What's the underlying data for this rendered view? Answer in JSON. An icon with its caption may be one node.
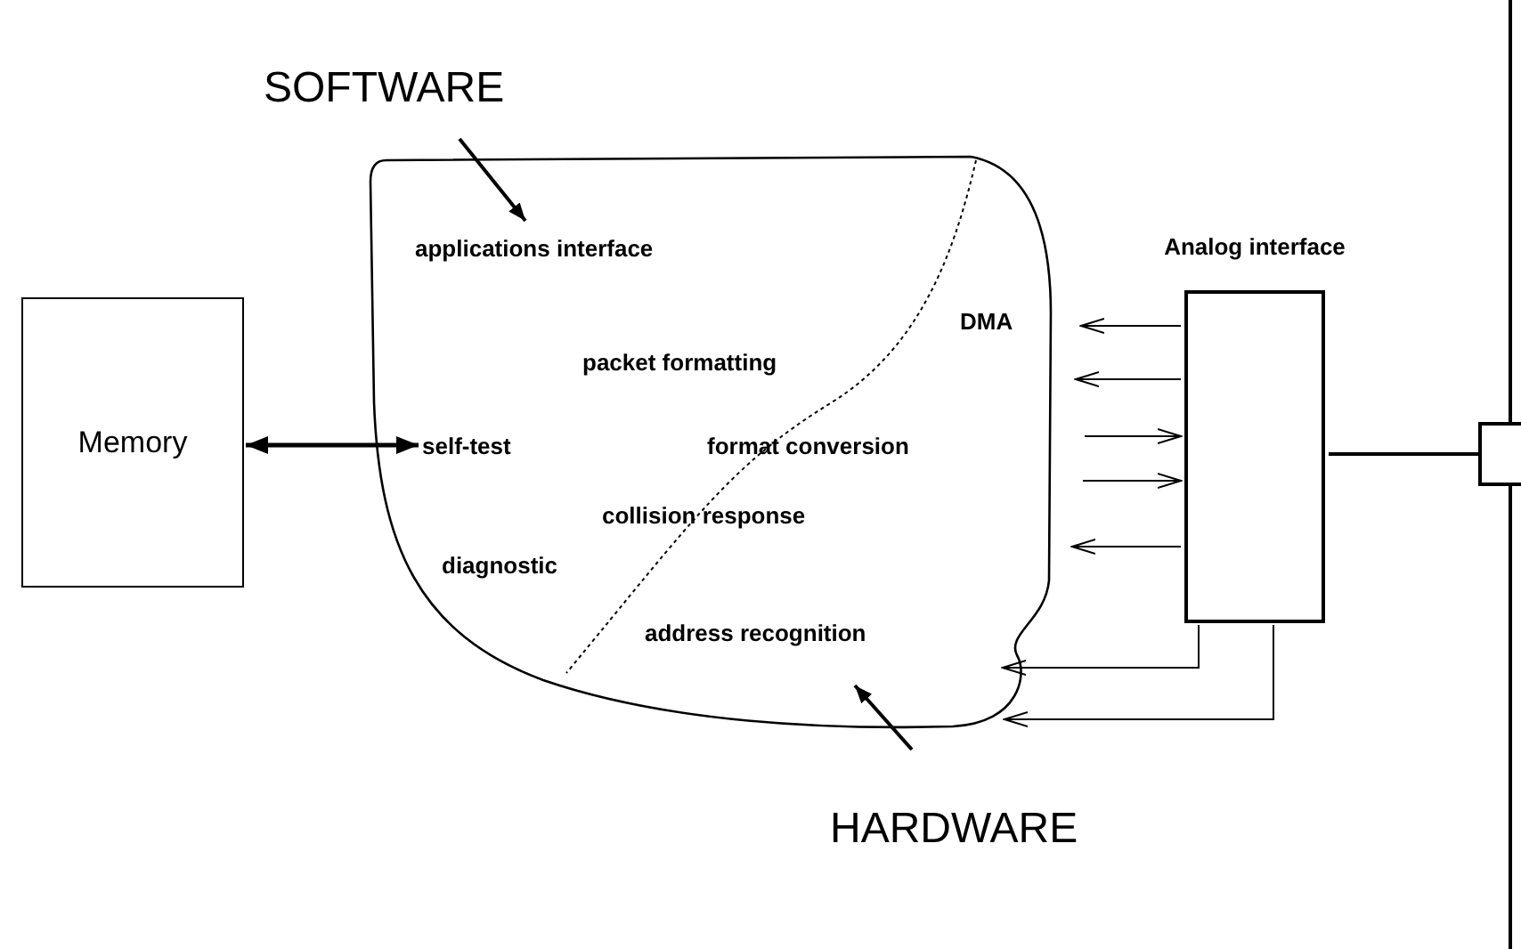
{
  "diagram": {
    "nodes": [
      {
        "text": [
          "SOFTWARE"
        ]
      },
      {
        "text": [],
        "shape": "blob"
      },
      {
        "text": [
          "applications interface"
        ],
        "in": 1
      },
      {
        "text": [
          "Analog interface"
        ]
      },
      {
        "text": [
          "DMA"
        ],
        "in": 1
      },
      {
        "text": [
          "packet formatting"
        ],
        "in": 1
      },
      {
        "text": [
          "Memory"
        ]
      },
      {
        "text": [
          "self-test"
        ],
        "in": 1
      },
      {
        "text": [
          "format conversion"
        ],
        "in": 1
      },
      {
        "text": [
          "collision response"
        ],
        "in": 1
      },
      {
        "text": [
          "diagnostic"
        ],
        "in": 1
      },
      {
        "text": [
          "address recognition"
        ],
        "in": 1
      },
      {
        "text": [
          "HARDWARE"
        ]
      },
      {
        "text": [],
        "shape": "box"
      }
    ],
    "edges": [
      {
        "from": 6,
        "to": 7,
        "arrow": "both",
        "style": "thick"
      },
      {
        "from": 0,
        "to": 1,
        "arrow": "to"
      },
      {
        "from": 12,
        "to": 1,
        "arrow": "to"
      },
      {
        "from": 3,
        "to": 1,
        "arrow": "to"
      },
      {
        "from": 3,
        "to": 1,
        "arrow": "to"
      },
      {
        "from": 1,
        "to": 3,
        "arrow": "to"
      },
      {
        "from": 1,
        "to": 3,
        "arrow": "to"
      },
      {
        "from": 3,
        "to": 1,
        "arrow": "to"
      },
      {
        "from": 3,
        "to": 1,
        "arrow": "to"
      },
      {
        "from": 3,
        "to": 1,
        "arrow": "to"
      },
      {
        "from": 3,
        "to": 13,
        "arrow": "none"
      }
    ]
  }
}
